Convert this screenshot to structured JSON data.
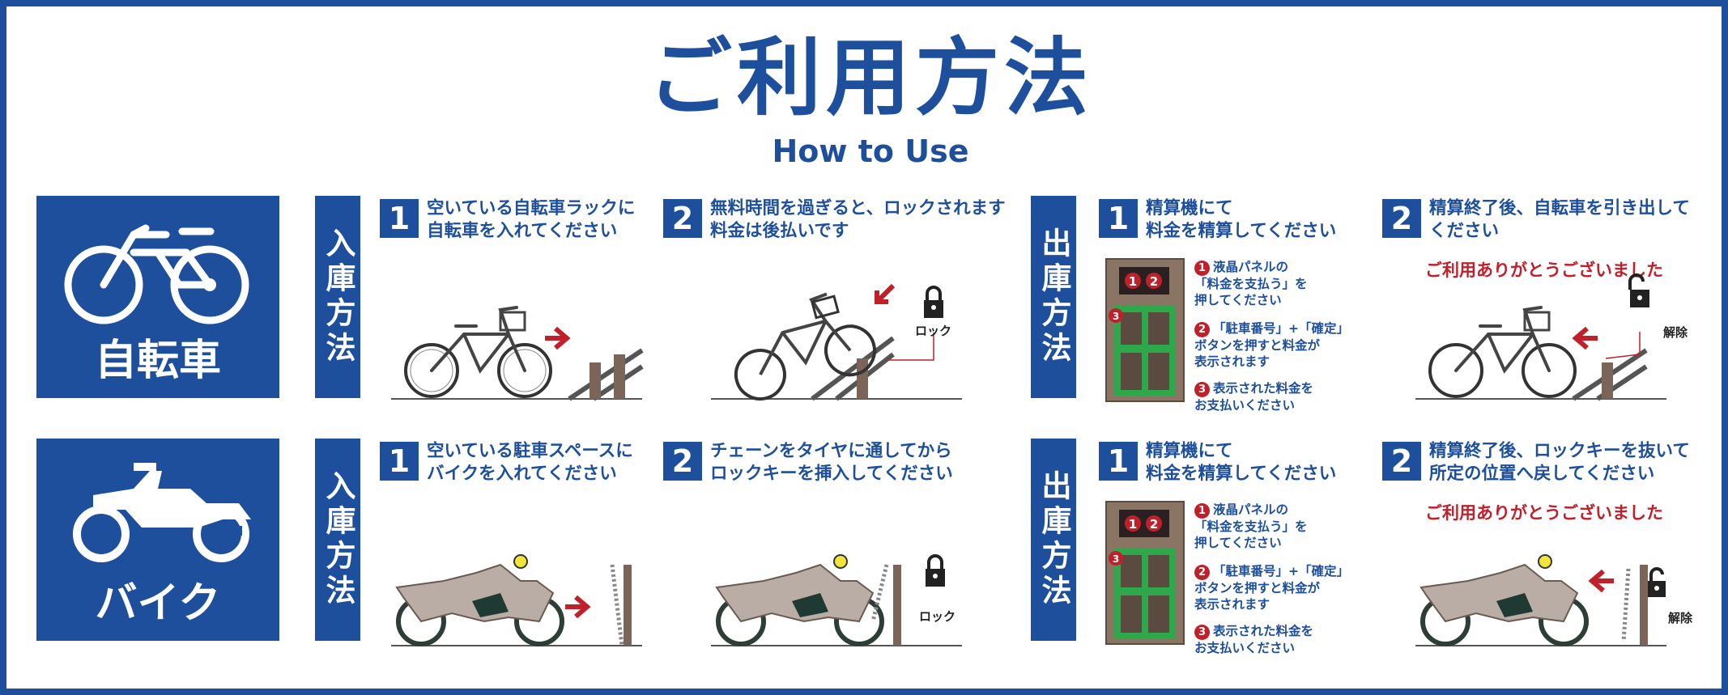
{
  "title": {
    "ja": "ご利用方法",
    "en": "How to Use"
  },
  "colors": {
    "brand": "#1d4f9c",
    "alert": "#c0202a",
    "machine_body": "#8a7565",
    "machine_window": "#2ea84a"
  },
  "bicycle": {
    "category_label": "自転車",
    "category_icon": "bicycle-icon",
    "entry": {
      "heading": "入庫方法",
      "steps": [
        {
          "num": "1",
          "text": "空いている自転車ラックに\n自転車を入れてください"
        },
        {
          "num": "2",
          "text": "無料時間を過ぎると、ロックされます\n料金は後払いです",
          "lock_label": "ロック"
        }
      ]
    },
    "exit": {
      "heading": "出庫方法",
      "steps": [
        {
          "num": "1",
          "text": "精算機にて\n料金を精算してください",
          "machine_notes": [
            "液晶パネルの\n「料金を支払う」を\n押してください",
            "「駐車番号」+「確定」\nボタンを押すと料金が\n表示されます",
            "表示された料金を\nお支払いください"
          ]
        },
        {
          "num": "2",
          "text": "精算終了後、自転車を引き出して\nください",
          "thanks": "ご利用ありがとうございました",
          "unlock_label": "解除"
        }
      ]
    }
  },
  "motorbike": {
    "category_label": "バイク",
    "category_icon": "motorcycle-icon",
    "entry": {
      "heading": "入庫方法",
      "steps": [
        {
          "num": "1",
          "text": "空いている駐車スペースに\nバイクを入れてください"
        },
        {
          "num": "2",
          "text": "チェーンをタイヤに通してから\nロックキーを挿入してください",
          "lock_label": "ロック"
        }
      ]
    },
    "exit": {
      "heading": "出庫方法",
      "steps": [
        {
          "num": "1",
          "text": "精算機にて\n料金を精算してください",
          "machine_notes": [
            "液晶パネルの\n「料金を支払う」を\n押してください",
            "「駐車番号」+「確定」\nボタンを押すと料金が\n表示されます",
            "表示された料金を\nお支払いください"
          ]
        },
        {
          "num": "2",
          "text": "精算終了後、ロックキーを抜いて\n所定の位置へ戻してください",
          "thanks": "ご利用ありがとうございました",
          "unlock_label": "解除"
        }
      ]
    }
  },
  "machine_numbers": [
    "1",
    "2",
    "3"
  ]
}
